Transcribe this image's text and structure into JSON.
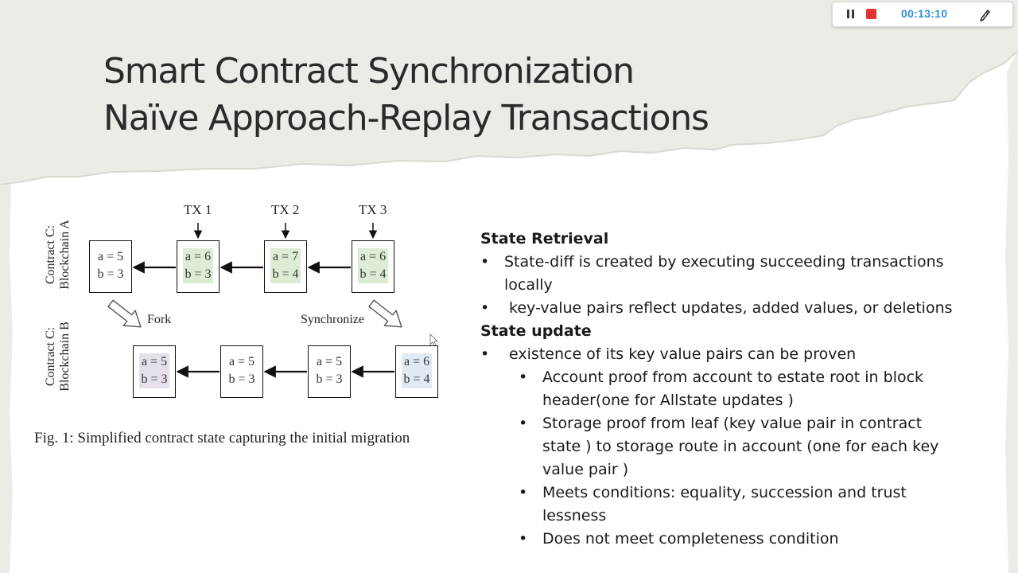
{
  "slide": {
    "title_line_1": "Smart Contract Synchronization",
    "title_line_2": "Naïve Approach-Replay Transactions",
    "colors": {
      "background": "#ecebe5",
      "title_text": "#2a2a2a",
      "body_text": "#1a1a1a"
    }
  },
  "recorder": {
    "pause_icon": "pause-icon",
    "stop_icon": "stop-icon",
    "elapsed_time": "00:13:10",
    "pen_icon": "pen-icon",
    "colors": {
      "timer": "#2f8fd8",
      "stop": "#e0342f"
    }
  },
  "figure": {
    "tx_labels": [
      "TX 1",
      "TX 2",
      "TX 3"
    ],
    "row_a_label_1": "Contract C:",
    "row_a_label_2": "Blockchain A",
    "row_b_label_1": "Contract C:",
    "row_b_label_2": "Blockchain B",
    "row_a_states": [
      {
        "a": "a = 5",
        "b": "b = 3"
      },
      {
        "a": "a = 6",
        "b": "b = 3"
      },
      {
        "a": "a = 7",
        "b": "b = 4"
      },
      {
        "a": "a = 6",
        "b": "b = 4"
      }
    ],
    "row_b_states": [
      {
        "a": "a = 5",
        "b": "b = 3"
      },
      {
        "a": "a = 5",
        "b": "b = 3"
      },
      {
        "a": "a = 5",
        "b": "b = 3"
      },
      {
        "a": "a = 6",
        "b": "b = 4"
      }
    ],
    "fork_label": "Fork",
    "sync_label": "Synchronize",
    "caption": "Fig. 1: Simplified contract state capturing the initial migration",
    "highlight_colors": {
      "green": "#dcecd5",
      "purple": "#e6e0ea",
      "blue": "#dfeaf5"
    }
  },
  "content": {
    "state_retrieval_heading": "State Retrieval",
    "state_retrieval_bullets": [
      "State-diff is created by executing succeeding transactions locally",
      " key-value pairs reflect updates, added values, or deletions"
    ],
    "state_update_heading": "State update",
    "state_update_bullet": " existence of its key value pairs can be proven",
    "state_update_sub_bullets": [
      "Account proof from account to estate root in block header(one for Allstate updates )",
      "Storage proof from leaf (key value pair in contract state ) to storage route in account (one for each key value pair )",
      "Meets conditions: equality, succession and trust lessness",
      "Does not meet completeness condition"
    ],
    "bullet_glyph": "•"
  }
}
